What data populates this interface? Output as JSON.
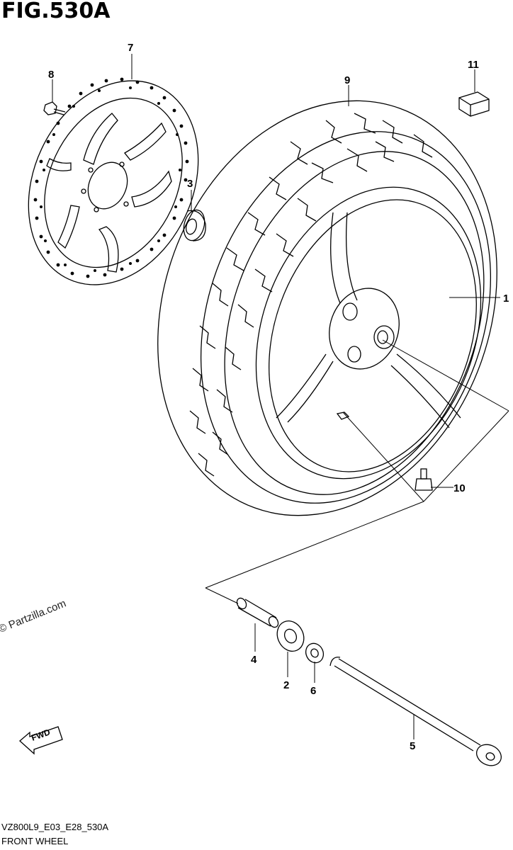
{
  "figure": {
    "title": "FIG.530A",
    "model_code": "VZ800L9_E03_E28_530A",
    "caption": "FRONT WHEEL",
    "watermark": "© Partzilla.com",
    "fwd_label": "FWD"
  },
  "callouts": [
    {
      "id": "1",
      "part": "wheel"
    },
    {
      "id": "2",
      "part": "bearing"
    },
    {
      "id": "3",
      "part": "bearing"
    },
    {
      "id": "4",
      "part": "spacer"
    },
    {
      "id": "5",
      "part": "axle"
    },
    {
      "id": "6",
      "part": "collar"
    },
    {
      "id": "7",
      "part": "brake-disc"
    },
    {
      "id": "8",
      "part": "bolt"
    },
    {
      "id": "9",
      "part": "tire"
    },
    {
      "id": "10",
      "part": "valve"
    },
    {
      "id": "11",
      "part": "balancer"
    }
  ],
  "colors": {
    "line": "#000000",
    "background": "#ffffff"
  }
}
